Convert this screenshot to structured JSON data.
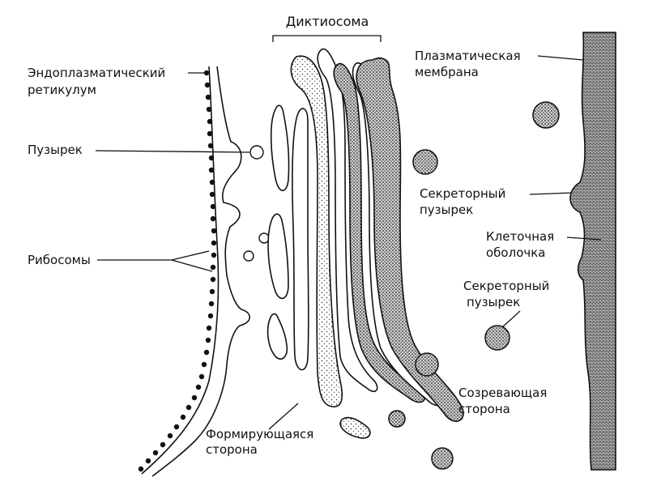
{
  "labels": {
    "dictyosome": "Диктиосома",
    "er_line1": "Эндоплазматический",
    "er_line2": "ретикулум",
    "vesicle": "Пузырек",
    "ribosomes": "Рибосомы",
    "forming_line1": "Формирующаяся",
    "forming_line2": "сторона",
    "plasma_line1": "Плазматическая",
    "plasma_line2": "мембрана",
    "secretory1_line1": "Секреторный",
    "secretory1_line2": "пузырек",
    "cellwall_line1": "Клеточная",
    "cellwall_line2": "оболочка",
    "secretory2_line1": "Секреторный",
    "secretory2_line2": "пузырек",
    "maturing_line1": "Созревающая",
    "maturing_line2": "сторона"
  },
  "colors": {
    "ink": "#111111",
    "background": "#ffffff"
  }
}
